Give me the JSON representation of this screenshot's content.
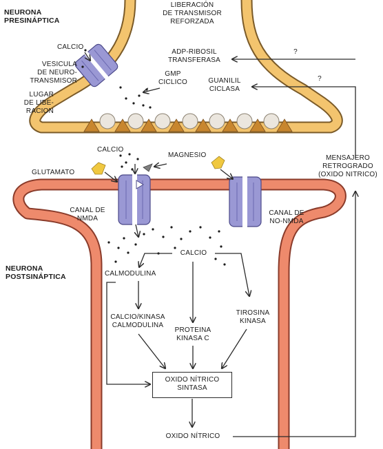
{
  "labels": {
    "presynaptic_neuron": "NEURONA\nPRESINÁPTICA",
    "postsynaptic_neuron": "NEURONA\nPOSTSINÁPTICA",
    "transmitter_release": "LIBERACIÓN\nDE TRANSMISOR\nREFORZADA",
    "calcium_top": "CALCIO",
    "vesicle": "VESICULA\nDE NEURO-\nTRANSMISOR",
    "release_site": "LUGAR\nDE LIBE-\nRACION",
    "gmp": "GMP\nCICLICO",
    "adp_transferase": "ADP-RIBOSIL\nTRANSFERASA",
    "guanylyl_cyclase": "GUANILIL\nCICLASA",
    "question_1": "?",
    "question_2": "?",
    "calcium_channel": "CALCIO",
    "magnesium": "MAGNESIO",
    "glutamate": "GLUTAMATO",
    "nmda_channel": "CANAL DE\nNMDA",
    "non_nmda_channel": "CANAL DE\nNO-NMDA",
    "retrograde_messenger": "MENSAJERO\nRETROGRADO\n(OXIDO NITRICO)",
    "calcium_inside": "CALCIO",
    "calmodulin": "CALMODULINA",
    "cam_kinase": "CALCIO/KINASA\nCALMODULINA",
    "protein_kinase_c": "PROTEINA\nKINASA C",
    "tyrosine_kinase": "TIROSINA\nKINASA",
    "nos": "OXIDO NÍTRICO\nSINTASA",
    "nitric_oxide": "OXIDO NÍTRICO"
  },
  "colors": {
    "presynaptic_membrane": "#f3c46e",
    "presynaptic_outline": "#7a5a28",
    "postsynaptic_membrane": "#ee8a6c",
    "postsynaptic_outline": "#8a3b2a",
    "channel": "#9a98d4",
    "channel_outline": "#4a4888",
    "release_site": "#c8862e",
    "vesicle": "#ebe6de",
    "glutamate": "#f0c840",
    "magnesium": "#808080",
    "arrow": "#2a2a2a"
  }
}
